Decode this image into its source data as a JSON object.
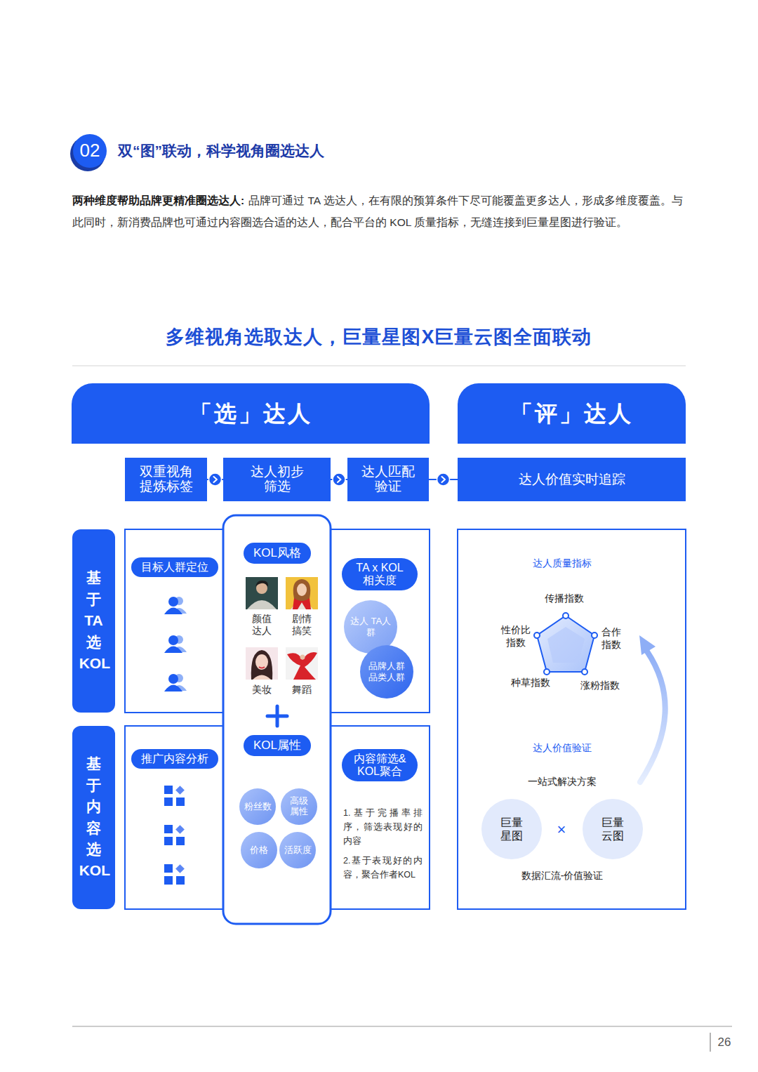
{
  "diagram": {
    "title": "多维视角选取达人，巨量星图X巨量云图全面联动",
    "nodes": [
      {
        "text": [
          "02"
        ]
      },
      {
        "text": [
          "「选」达人"
        ]
      },
      {
        "text": [
          "「评」达人"
        ]
      },
      {
        "text": [
          "双重视角 提炼标签"
        ]
      },
      {
        "text": [
          "达人初步 筛选"
        ]
      },
      {
        "text": [
          "达人匹配 验证"
        ]
      },
      {
        "text": [
          "达人价值实时追踪"
        ]
      },
      {
        "text": [
          "基于TA选KOL"
        ]
      },
      {
        "text": [
          "目标人群定位"
        ]
      },
      {
        "text": [
          "KOL风格"
        ]
      },
      {
        "text": [
          "TA x KOL 相关度"
        ]
      },
      {
        "text": [
          "达人 TA人群"
        ]
      },
      {
        "text": [
          "品牌人群 品类人群"
        ]
      },
      {
        "text": [
          "基于内容选KOL"
        ]
      },
      {
        "text": [
          "推广内容分析"
        ]
      },
      {
        "text": [
          "KOL属性"
        ]
      },
      {
        "text": [
          "粉丝数"
        ]
      },
      {
        "text": [
          "高级 属性"
        ]
      },
      {
        "text": [
          "价格"
        ]
      },
      {
        "text": [
          "活跃度"
        ]
      },
      {
        "text": [
          "内容筛选& KOL聚合"
        ]
      },
      {
        "text": [
          "巨量 星图"
        ]
      },
      {
        "text": [
          "巨量 云图"
        ]
      }
    ],
    "edges": [
      {
        "from": 3,
        "to": 4,
        "arrow": "to"
      },
      {
        "from": 4,
        "to": 5,
        "arrow": "to"
      },
      {
        "from": 5,
        "to": 6,
        "arrow": "to"
      }
    ],
    "labels": [
      "双“图”联动，科学视角圈选达人",
      "两种维度帮助品牌更精准圈选达人:",
      "品牌可通过 TA 选达人，在有限的预算条件下尽可能覆盖更多达人，形成多维度覆盖。与此同时，新消费品牌也可通过内容圈选合适的达人，配合平台的 KOL 质量指标，无缝连接到巨量星图进行验证。",
      "颜值 达人",
      "剧情 搞笑",
      "美妆",
      "舞蹈",
      "1.基于完播率排序，筛选表现好的内容",
      "2.基于表现好的内容，聚合作者KOL",
      "达人质量指标",
      "传播指数",
      "性价比 指数",
      "合作 指数",
      "种草指数",
      "涨粉指数",
      "达人价值验证",
      "一站式解决方案",
      "×",
      "数据汇流-价值验证",
      "26"
    ]
  }
}
